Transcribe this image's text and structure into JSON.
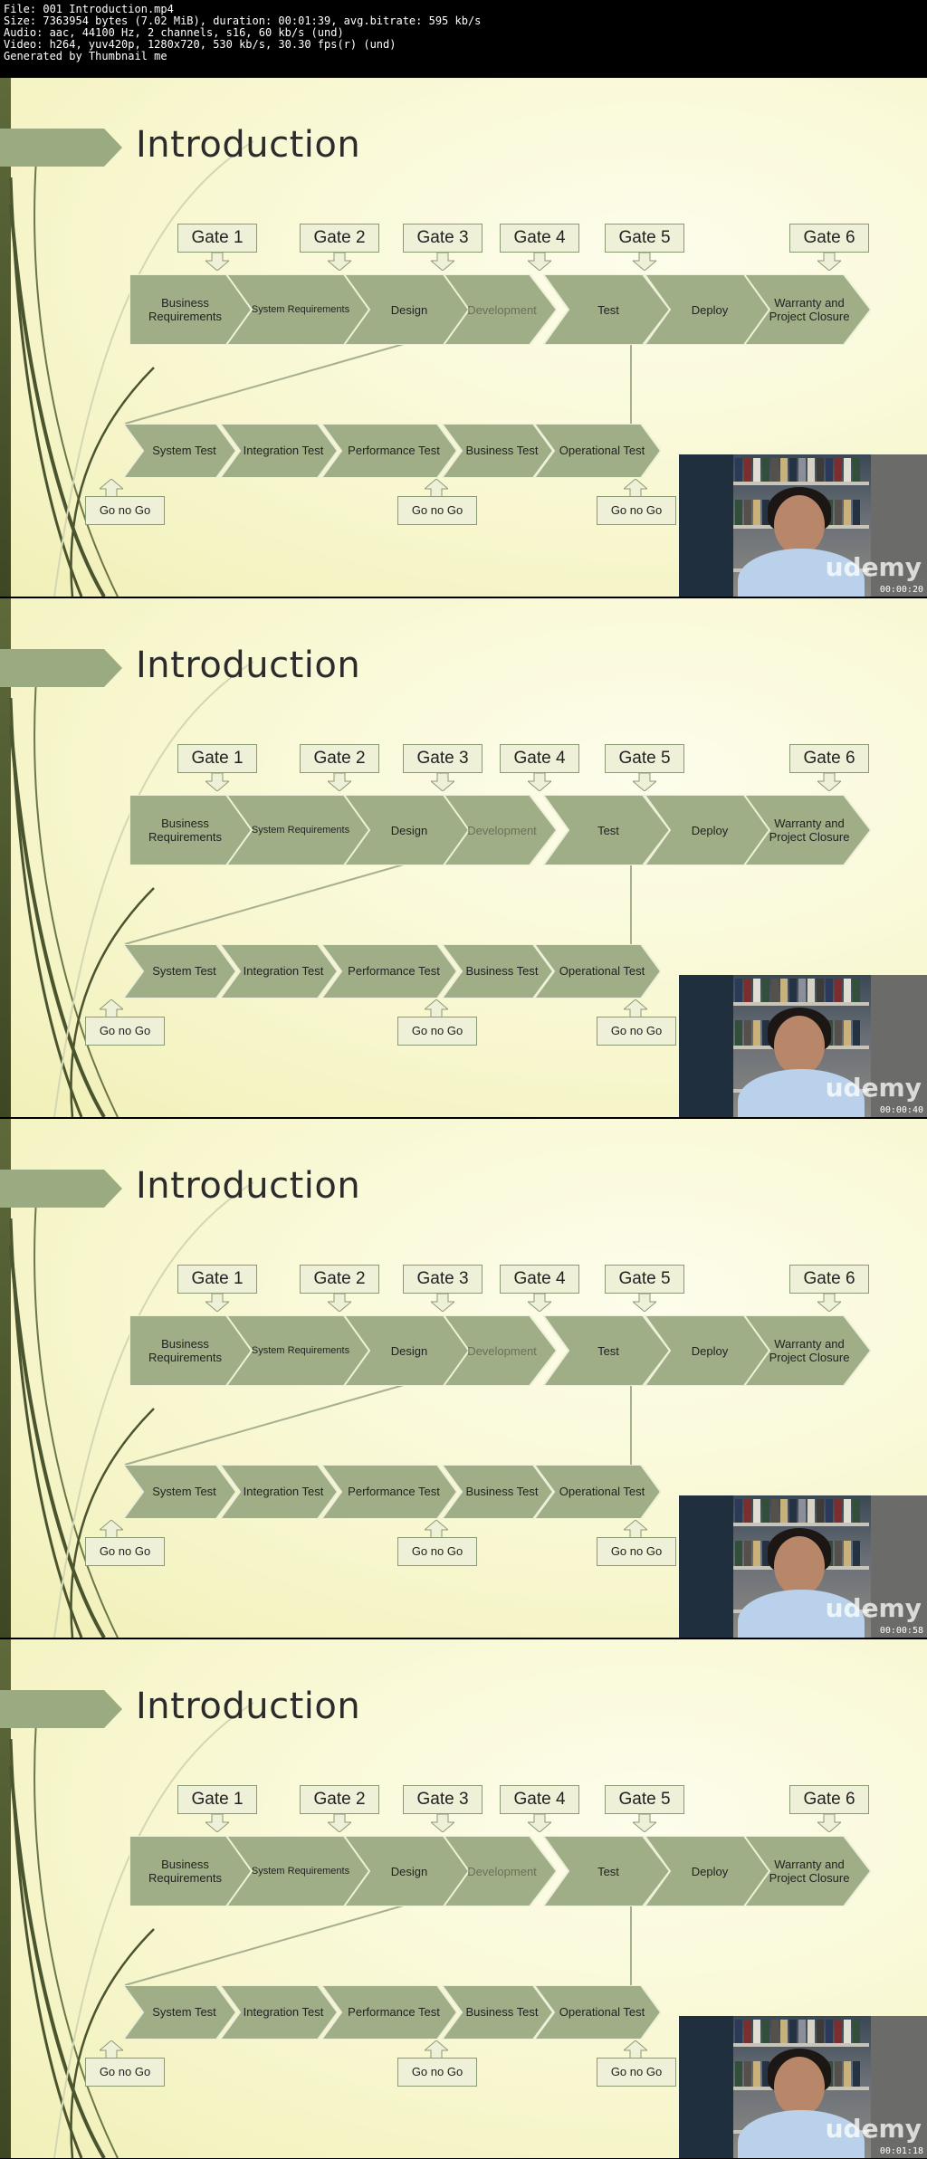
{
  "header": {
    "lines": [
      "File: 001 Introduction.mp4",
      "Size: 7363954 bytes (7.02 MiB), duration: 00:01:39, avg.bitrate: 595 kb/s",
      "Audio: aac, 44100 Hz, 2 channels, s16, 60 kb/s (und)",
      "Video: h264, yuv420p, 1280x720, 530 kb/s, 30.30 fps(r) (und)",
      "Generated by Thumbnail me"
    ]
  },
  "slide": {
    "title": "Introduction",
    "gates": [
      "Gate 1",
      "Gate 2",
      "Gate 3",
      "Gate 4",
      "Gate 5",
      "Gate 6"
    ],
    "stages": [
      "Business Requirements",
      "System Requirements",
      "Design",
      "Development",
      "Test",
      "Deploy",
      "Warranty and Project Closure"
    ],
    "test_stages": [
      "System Test",
      "Integration Test",
      "Performance Test",
      "Business Test",
      "Operational Test"
    ],
    "go_no_go": [
      "Go no Go",
      "Go no Go",
      "Go no Go"
    ]
  },
  "webcam": {
    "brand": "udemy"
  },
  "frames": [
    {
      "timestamp": "00:00:20"
    },
    {
      "timestamp": "00:00:40"
    },
    {
      "timestamp": "00:00:58"
    },
    {
      "timestamp": "00:01:18"
    }
  ],
  "colors": {
    "arrow_fill": "#9fae87",
    "arrow_stroke": "#eef0d8",
    "dark_green": "#4a5530",
    "title_bar": "#9bab81"
  }
}
